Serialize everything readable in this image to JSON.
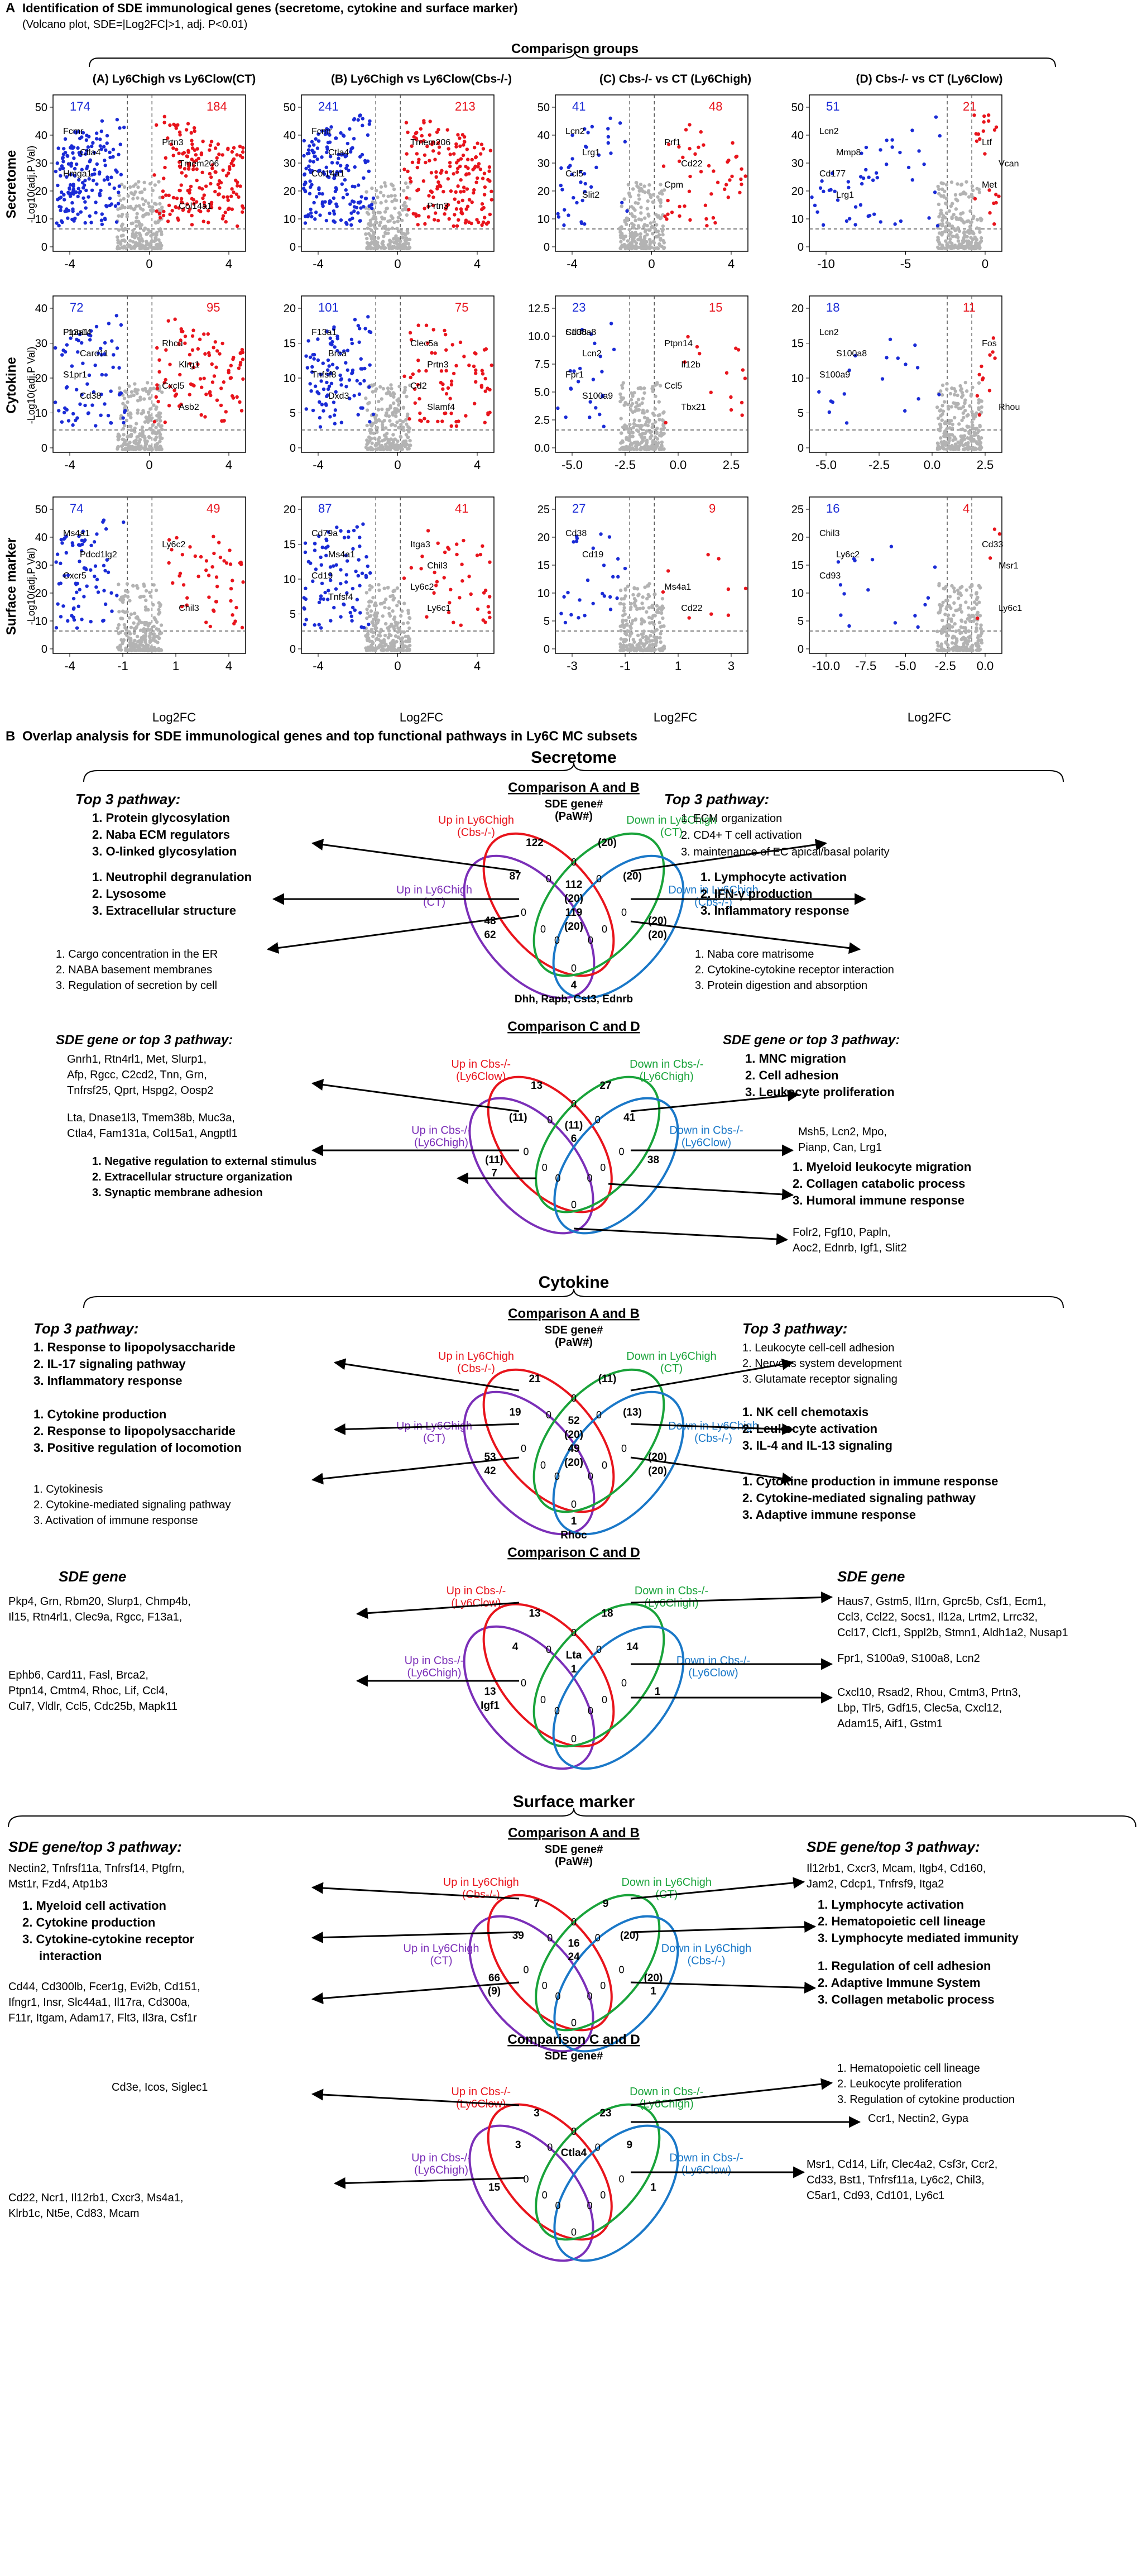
{
  "panelA": {
    "label": "A",
    "title": "Identification of SDE immunological genes (secretome, cytokine and surface marker)",
    "subtitle": "(Volcano plot, SDE=|Log2FC|>1, adj. P<0.01)",
    "groups_label": "Comparison groups",
    "col_titles": [
      "(A) Ly6Chigh vs Ly6Clow(CT)",
      "(B) Ly6Chigh vs Ly6Clow(Cbs-/-)",
      "(C) Cbs-/- vs CT (Ly6Chigh)",
      "(D) Cbs-/- vs CT (Ly6Clow)"
    ],
    "row_titles": [
      "Secretome",
      "Cytokine",
      "Surface marker"
    ],
    "ylabel": "-Log10(adj.P Val)",
    "xlabel": "Log2FC"
  },
  "chart_data": [
    {
      "type": "scatter",
      "panel": "A-secretome",
      "down_count": "174",
      "up_count": "184",
      "xticks": [
        "-4",
        "0",
        "4"
      ],
      "yticks": [
        "0",
        "10",
        "20",
        "30",
        "40",
        "50"
      ],
      "labels": [
        "Fcmr",
        "Ctla4",
        "Hmga1",
        "Col14a1",
        "Prtn3",
        "Tmem206"
      ]
    },
    {
      "type": "scatter",
      "panel": "B-secretome",
      "down_count": "241",
      "up_count": "213",
      "xticks": [
        "-4",
        "0",
        "4"
      ],
      "yticks": [
        "0",
        "10",
        "20",
        "30",
        "40",
        "50"
      ],
      "labels": [
        "Fcmr",
        "Ctla4",
        "Col14a1",
        "Prtn3",
        "Tmem206"
      ]
    },
    {
      "type": "scatter",
      "panel": "C-secretome",
      "down_count": "41",
      "up_count": "48",
      "xticks": [
        "-4",
        "0",
        "4"
      ],
      "yticks": [
        "0",
        "10",
        "20",
        "30",
        "40",
        "50"
      ],
      "labels": [
        "Lcn2",
        "Lrg1",
        "Ccl5",
        "Slit2",
        "Prf1",
        "Cd22",
        "Cpm"
      ]
    },
    {
      "type": "scatter",
      "panel": "D-secretome",
      "down_count": "51",
      "up_count": "21",
      "xticks": [
        "-10",
        "-5",
        "0"
      ],
      "yticks": [
        "0",
        "10",
        "20",
        "30",
        "40",
        "50"
      ],
      "labels": [
        "Lcn2",
        "Mmp8",
        "Cd177",
        "Lrg1",
        "Ltf",
        "Vcan",
        "Met"
      ]
    },
    {
      "type": "scatter",
      "panel": "A-cytokine",
      "down_count": "72",
      "up_count": "95",
      "xticks": [
        "-4",
        "0",
        "4"
      ],
      "yticks": [
        "0",
        "10",
        "20",
        "30",
        "40"
      ],
      "labels": [
        "F13a1",
        "Card11",
        "S1pr1",
        "Cd38",
        "Ptpn14",
        "Klrg1",
        "Cxcl5",
        "Asb2",
        "Rhcu"
      ]
    },
    {
      "type": "scatter",
      "panel": "B-cytokine",
      "down_count": "101",
      "up_count": "75",
      "xticks": [
        "-4",
        "0",
        "4"
      ],
      "yticks": [
        "0",
        "5",
        "10",
        "15",
        "20"
      ],
      "labels": [
        "F13a1",
        "Brca",
        "Tnfsf8",
        "Dxd3",
        "Clec5a",
        "Prtn3",
        "Cd2",
        "Slamf4"
      ]
    },
    {
      "type": "scatter",
      "panel": "C-cytokine",
      "down_count": "23",
      "up_count": "15",
      "xticks": [
        "-5.0",
        "-2.5",
        "0.0",
        "2.5"
      ],
      "yticks": [
        "0.0",
        "2.5",
        "5.0",
        "7.5",
        "10.0",
        "12.5"
      ],
      "labels": [
        "S100a8",
        "Lcn2",
        "Fpr1",
        "S100a9",
        "Cd38",
        "Il12b",
        "Ccl5",
        "Tbx21",
        "Ptpn14"
      ]
    },
    {
      "type": "scatter",
      "panel": "D-cytokine",
      "down_count": "18",
      "up_count": "11",
      "xticks": [
        "-5.0",
        "-2.5",
        "0.0",
        "2.5"
      ],
      "yticks": [
        "0",
        "5",
        "10",
        "15",
        "20"
      ],
      "labels": [
        "Lcn2",
        "S100a8",
        "S100a9",
        "Rhou",
        "Fos"
      ]
    },
    {
      "type": "scatter",
      "panel": "A-surface",
      "down_count": "74",
      "up_count": "49",
      "xticks": [
        "-4",
        "-1",
        "1",
        "4"
      ],
      "yticks": [
        "0",
        "10",
        "20",
        "30",
        "40",
        "50"
      ],
      "labels": [
        "Ms4a1",
        "Pdcd1lg2",
        "Cxcr5",
        "Chil3",
        "Ly6c2"
      ]
    },
    {
      "type": "scatter",
      "panel": "B-surface",
      "down_count": "87",
      "up_count": "41",
      "xticks": [
        "-4",
        "0",
        "4"
      ],
      "yticks": [
        "0",
        "5",
        "10",
        "15",
        "20"
      ],
      "labels": [
        "Cd79a",
        "Ms4a1",
        "Cd19",
        "Tnfsf4",
        "Itga3",
        "Chil3",
        "Ly6c2",
        "Ly6c1"
      ]
    },
    {
      "type": "scatter",
      "panel": "C-surface",
      "down_count": "27",
      "up_count": "9",
      "xticks": [
        "-3",
        "-1",
        "1",
        "3"
      ],
      "yticks": [
        "0",
        "5",
        "10",
        "15",
        "20",
        "25"
      ],
      "labels": [
        "Cd38",
        "Cd19",
        "Ms4a1",
        "Cd22"
      ]
    },
    {
      "type": "scatter",
      "panel": "D-surface",
      "down_count": "16",
      "up_count": "4",
      "xticks": [
        "-10.0",
        "-7.5",
        "-5.0",
        "-2.5",
        "0.0"
      ],
      "yticks": [
        "0",
        "5",
        "10",
        "15",
        "20",
        "25"
      ],
      "labels": [
        "Chil3",
        "Ly6c2",
        "Cd93",
        "Ly6c1",
        "Cd33",
        "Msr1"
      ]
    }
  ],
  "panelB": {
    "label": "B",
    "title": "Overlap analysis for SDE immunological genes and top functional pathways in Ly6C MC subsets",
    "secretome": {
      "section": "Secretome",
      "ab_title": "Comparison A and B",
      "ab_center": [
        "SDE gene#",
        "(PaW#)"
      ],
      "ab_sets": [
        "Up in Ly6Chigh (Cbs-/-)",
        "Down in Ly6Chigh (CT)",
        "Up in Ly6Chigh (CT)",
        "Down in Ly6Chigh (Cbs-/-)"
      ],
      "ab_left_top": [
        "Top 3 pathway:",
        "1. Protein glycosylation",
        "2. Naba ECM regulators",
        "3. O-linked glycosylation"
      ],
      "ab_left_mid": [
        "1. Neutrophil degranulation",
        "2. Lysosome",
        "3. Extracellular structure"
      ],
      "ab_left_bot": [
        "1. Cargo concentration in the ER",
        "2. NABA basement membranes",
        "3. Regulation of secretion by cell"
      ],
      "ab_right_top": [
        "Top 3 pathway:",
        "1. ECM organization",
        "2. CD4+ T cell activation",
        "3. maintenance of EC apical/basal polarity"
      ],
      "ab_right_mid": [
        "1. Lymphocyte activation",
        "2. IFN-γ production",
        "3. Inflammatory response"
      ],
      "ab_right_bot": [
        "1. Naba core matrisome",
        "2. Cytokine-cytokine receptor interaction",
        "3. Protein digestion and absorption"
      ],
      "ab_numbers": [
        "122",
        "(20)",
        "87",
        "(20)",
        "48",
        "(20)",
        "112",
        "(20)",
        "62",
        "(20)",
        "119",
        "(20)",
        "4",
        "Dhh, Rapb, Cst3, Ednrb"
      ],
      "cd_title": "Comparison C and D",
      "cd_sets": [
        "Up in Cbs-/- (Ly6Clow)",
        "Down in Cbs-/- (Ly6Chigh)",
        "Up in Cbs-/- (Ly6Chigh)",
        "Down in Cbs-/- (Ly6Clow)"
      ],
      "cd_left_head": "SDE gene or top 3 pathway:",
      "cd_left_top": [
        "Gnrh1, Rtn4rl1, Met, Slurp1,",
        "Afp, Rgcc, C2cd2, Tnn, Grn,",
        "Tnfrsf25, Qprt, Hspg2, Oosp2"
      ],
      "cd_left_mid": [
        "Lta, Dnase1l3, Tmem38b, Muc3a,",
        "Ctla4, Fam131a, Col15a1, Angptl1"
      ],
      "cd_left_bot": [
        "1. Negative regulation to external stimulus",
        "2. Extracellular structure organization",
        "3. Synaptic membrane adhesion"
      ],
      "cd_right_head": "SDE gene or top 3 pathway:",
      "cd_right_top": [
        "1. MNC migration",
        "2. Cell adhesion",
        "3. Leukocyte proliferation"
      ],
      "cd_right_mid": [
        "Msh5, Lcn2, Mpo,",
        "Pianp, Can, Lrg1"
      ],
      "cd_right_bot": [
        "1. Myeloid leukocyte migration",
        "2. Collagen catabolic process",
        "3. Humoral immune response"
      ],
      "cd_right_last": [
        "Folr2, Fgf10, Papln,",
        "Aoc2, Ednrb, Igf1, Slit2"
      ],
      "cd_numbers": [
        "13",
        "27",
        "(11)",
        "41",
        "(11)",
        "38",
        "(11)",
        "6",
        "7"
      ]
    },
    "cytokine": {
      "section": "Cytokine",
      "ab_title": "Comparison A and B",
      "ab_center": [
        "SDE gene#",
        "(PaW#)"
      ],
      "ab_sets": [
        "Up in Ly6Chigh (Cbs-/-)",
        "Down in Ly6Chigh (CT)",
        "Up in Ly6Chigh (CT)",
        "Down in Ly6Chigh (Cbs-/-)"
      ],
      "ab_left_top": [
        "Top 3 pathway:",
        "1. Response to lipopolysaccharide",
        "2. IL-17 signaling pathway",
        "3. Inflammatory response"
      ],
      "ab_left_mid": [
        "1. Cytokine production",
        "2. Response to lipopolysaccharide",
        "3. Positive regulation of locomotion"
      ],
      "ab_left_bot": [
        "1. Cytokinesis",
        "2. Cytokine-mediated signaling pathway",
        "3. Activation of immune response"
      ],
      "ab_right_top": [
        "Top 3 pathway:",
        "1. Leukocyte cell-cell adhesion",
        "2. Nervous system development",
        "3. Glutamate receptor signaling"
      ],
      "ab_right_mid": [
        "1. NK cell chemotaxis",
        "2. Leukocyte activation",
        "3. IL-4 and IL-13 signaling"
      ],
      "ab_right_bot": [
        "1. Cytokine production in immune response",
        "2. Cytokine-mediated signaling pathway",
        "3. Adaptive immune response"
      ],
      "ab_numbers": [
        "21",
        "(11)",
        "19",
        "(13)",
        "53",
        "(20)",
        "52",
        "(20)",
        "42",
        "(20)",
        "49",
        "(20)",
        "1",
        "Rhoc"
      ],
      "cd_title": "Comparison C and D",
      "cd_sets": [
        "Up in Cbs-/- (Ly6Clow)",
        "Down in Cbs-/- (Ly6Chigh)",
        "Up in Cbs-/- (Ly6Chigh)",
        "Down in Cbs-/- (Ly6Clow)"
      ],
      "cd_left_head": "SDE gene",
      "cd_left_top": [
        "Pkp4, Grn, Rbm20, Slurp1, Chmp4b,",
        "Il15, Rtn4rl1, Clec9a, Rgcc, F13a1,"
      ],
      "cd_left_bot": [
        "Ephb6, Card11, Fasl, Brca2,",
        "Ptpn14, Cmtm4, Rhoc, Lif, Ccl4,",
        "Cul7, Vldlr, Ccl5, Cdc25b, Mapk11"
      ],
      "cd_right_head": "SDE gene",
      "cd_right_top": [
        "Haus7, Gstm5, Il1rn, Gprc5b, Csf1, Ecm1,",
        "Ccl3, Ccl22, Socs1, Il12a, Lrtm2, Lrrc32,",
        "Ccl17, Clcf1, Sppl2b, Stmn1, Aldh1a2, Nusap1"
      ],
      "cd_right_mid": [
        "Fpr1, S100a9, S100a8, Lcn2"
      ],
      "cd_right_bot": [
        "Cxcl10, Rsad2, Rhou, Cmtm3, Prtn3,",
        "Lbp, Tlr5, Gdf15, Clec5a, Cxcl12,",
        "Adam15, Aif1, Gstm1"
      ],
      "cd_numbers": [
        "13",
        "18",
        "4",
        "14",
        "13",
        "1",
        "Lta",
        "1",
        "Igf1"
      ]
    },
    "surface": {
      "section": "Surface marker",
      "ab_title": "Comparison A and B",
      "ab_center": [
        "SDE gene#",
        "(PaW#)"
      ],
      "ab_sets": [
        "Up in Ly6Chigh (Cbs-/-)",
        "Down in Ly6Chigh (CT)",
        "Up in Ly6Chigh (CT)",
        "Down in Ly6Chigh (Cbs-/-)"
      ],
      "ab_left_head": "SDE gene/top 3 pathway:",
      "ab_left_top": [
        "Nectin2, Tnfrsf11a, Tnfrsf14, Ptgfrn,",
        "Mst1r, Fzd4, Atp1b3"
      ],
      "ab_left_mid": [
        "1. Myeloid cell activation",
        "2. Cytokine production",
        "3. Cytokine-cytokine receptor",
        "interaction"
      ],
      "ab_left_bot": [
        "Cd44, Cd300lb, Fcer1g, Evi2b, Cd151,",
        "Ifngr1, Insr, Slc44a1, Il17ra, Cd300a,",
        "F11r, Itgam, Adam17, Flt3, Il3ra, Csf1r"
      ],
      "ab_right_head": "SDE gene/top 3 pathway:",
      "ab_right_top": [
        "Il12rb1, Cxcr3, Mcam, Itgb4, Cd160,",
        "Jam2, Cdcp1, Tnfrsf9, Itga2"
      ],
      "ab_right_mid": [
        "1. Lymphocyte activation",
        "2. Hematopoietic cell lineage",
        "3. Lymphocyte mediated immunity"
      ],
      "ab_right_bot": [
        "1. Regulation of cell adhesion",
        "2. Adaptive Immune System",
        "3. Collagen metabolic process"
      ],
      "ab_numbers": [
        "7",
        "9",
        "39",
        "(20)",
        "66",
        "(20)",
        "16",
        "24",
        "(9)",
        "1"
      ],
      "cd_title": "Comparison C and D",
      "cd_sets": [
        "Up in Cbs-/- (Ly6Clow)",
        "Down in Cbs-/- (Ly6Chigh)",
        "Up in Cbs-/- (Ly6Chigh)",
        "Down in Cbs-/- (Ly6Clow)"
      ],
      "cd_center": [
        "SDE gene#"
      ],
      "cd_left_top": [
        "Cd3e, Icos, Siglec1"
      ],
      "cd_left_bot": [
        "Cd22, Ncr1, Il12rb1, Cxcr3, Ms4a1,",
        "Klrb1c, Nt5e, Cd83, Mcam"
      ],
      "cd_right_top": [
        "1. Hematopoietic cell lineage",
        "2. Leukocyte proliferation",
        "3. Regulation of cytokine production"
      ],
      "cd_right_mid": [
        "Ccr1, Nectin2, Gypa"
      ],
      "cd_right_bot": [
        "Msr1, Cd14, Lifr, Clec4a2, Csf3r, Ccr2,",
        "Cd33, Bst1, Tnfrsf11a, Ly6c2, Chil3,",
        "C5ar1, Cd93, Cd101, Ly6c1"
      ],
      "cd_numbers": [
        "3",
        "23",
        "3",
        "9",
        "15",
        "1",
        "Ctla4"
      ]
    }
  },
  "colors": {
    "up": "#e8141c",
    "down": "#1a2bd6",
    "ns": "#b3b3b3",
    "set_red": "#e8141c",
    "set_green": "#19a33a",
    "set_purple": "#7b2fb8",
    "set_blue": "#1a78c8"
  }
}
